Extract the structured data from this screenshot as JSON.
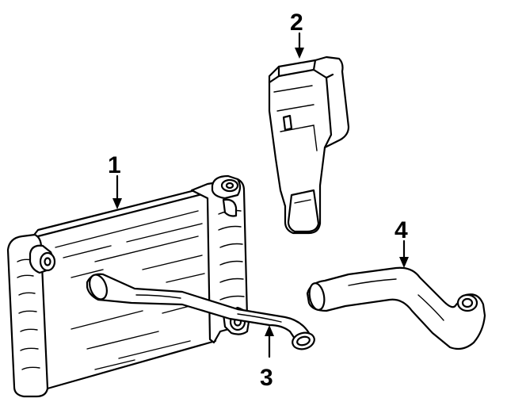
{
  "diagram": {
    "callouts": [
      {
        "id": "1",
        "label": "1"
      },
      {
        "id": "2",
        "label": "2"
      },
      {
        "id": "3",
        "label": "3"
      },
      {
        "id": "4",
        "label": "4"
      }
    ],
    "parts": [
      "radiator",
      "reservoir",
      "inlet-hose",
      "outlet-hose"
    ],
    "colors": {
      "ink": "#000000",
      "paper": "#ffffff"
    }
  }
}
